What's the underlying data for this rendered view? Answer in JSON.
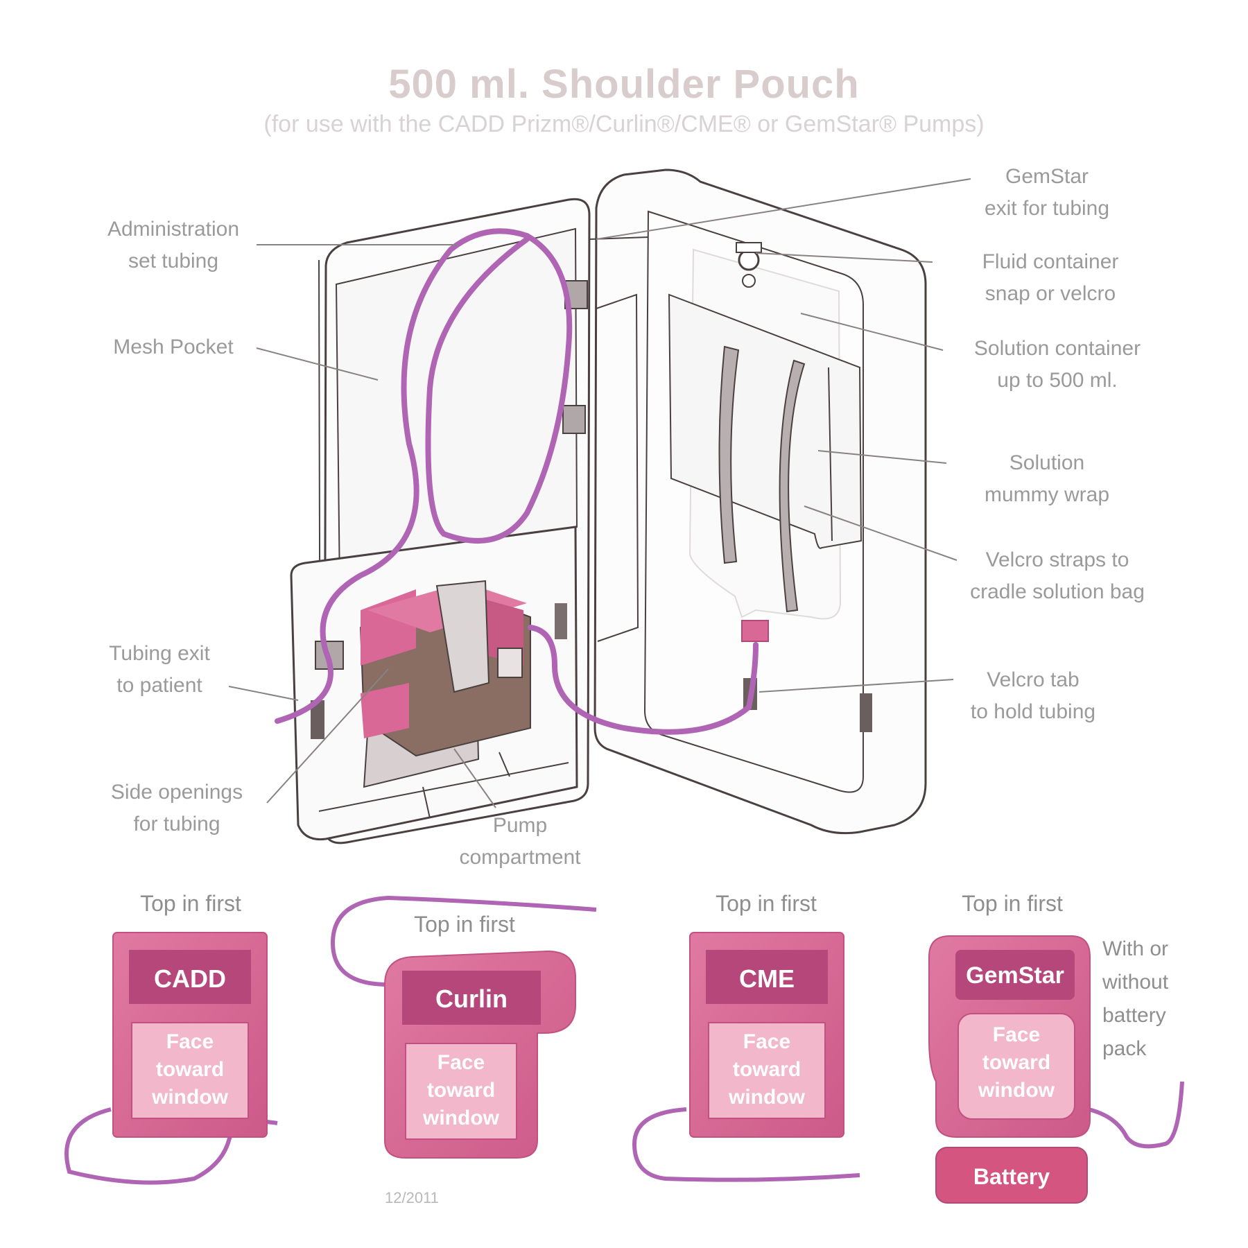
{
  "header": {
    "title": "500 ml. Shoulder Pouch",
    "subtitle": "(for use with the CADD Prizm®/Curlin®/CME® or GemStar® Pumps)"
  },
  "labels": {
    "admin_tubing": [
      "Administration",
      "set tubing"
    ],
    "mesh_pocket": [
      "Mesh Pocket"
    ],
    "tubing_exit_patient": [
      "Tubing exit",
      "to patient"
    ],
    "side_openings": [
      "Side openings",
      "for tubing"
    ],
    "pump_compartment": [
      "Pump",
      "compartment"
    ],
    "gemstar_exit": [
      "GemStar",
      "exit for tubing"
    ],
    "fluid_snap": [
      "Fluid container",
      "snap or velcro"
    ],
    "solution_container": [
      "Solution container",
      "up to 500 ml."
    ],
    "mummy_wrap": [
      "Solution",
      "mummy wrap"
    ],
    "velcro_straps": [
      "Velcro straps to",
      "cradle solution bag"
    ],
    "velcro_tab": [
      "Velcro tab",
      "to hold tubing"
    ]
  },
  "pumps": [
    {
      "caption": "Top in first",
      "name": "CADD",
      "window": [
        "Face",
        "toward",
        "window"
      ]
    },
    {
      "caption": "Top in first",
      "name": "Curlin",
      "window": [
        "Face",
        "toward",
        "window"
      ]
    },
    {
      "caption": "Top in first",
      "name": "CME",
      "window": [
        "Face",
        "toward",
        "window"
      ]
    },
    {
      "caption": "Top in first",
      "name": "GemStar",
      "window": [
        "Face",
        "toward",
        "window"
      ]
    }
  ],
  "gemstar_note": [
    "With or",
    "without",
    "battery",
    "pack"
  ],
  "battery_label": "Battery",
  "date": "12/2011",
  "colors": {
    "tubing": "#b064b4",
    "pump_pink": "#d96896",
    "pump_light": "#e88fb0",
    "outline": "#4a4040",
    "pump_brown": "#8a6e64",
    "label_gray": "#9a9a9a"
  }
}
